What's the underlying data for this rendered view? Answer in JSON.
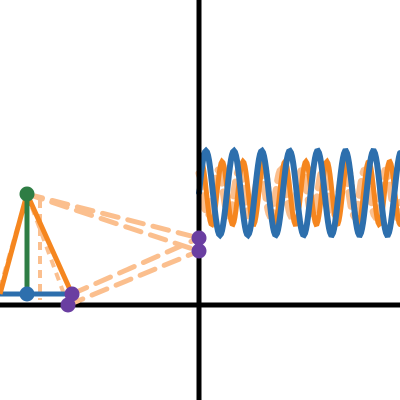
{
  "diagram": {
    "kind": "phasor-to-waveform construction",
    "colors": {
      "axis": "#000000",
      "blue": "#2d6fad",
      "orange": "#f5861f",
      "orange_light": "#fbbf8e",
      "green": "#2e7d44",
      "purple": "#6a3ea1"
    },
    "waves": {
      "blue": {
        "cycles_visible": 7.2,
        "phase": 0,
        "amplitude_rel": 1.0
      },
      "orange": {
        "cycles_visible": 9.6,
        "phase": 0.9,
        "amplitude_rel": 0.75
      },
      "orange_light": {
        "cycles_visible": 9.6,
        "phase": 2.1,
        "amplitude_rel": 0.55
      }
    },
    "phasor_triangle": {
      "apex": "green",
      "base_color": "blue",
      "sides_color": "orange",
      "height_color": "green"
    },
    "projection_markers": [
      "purple",
      "purple",
      "purple",
      "purple"
    ]
  }
}
